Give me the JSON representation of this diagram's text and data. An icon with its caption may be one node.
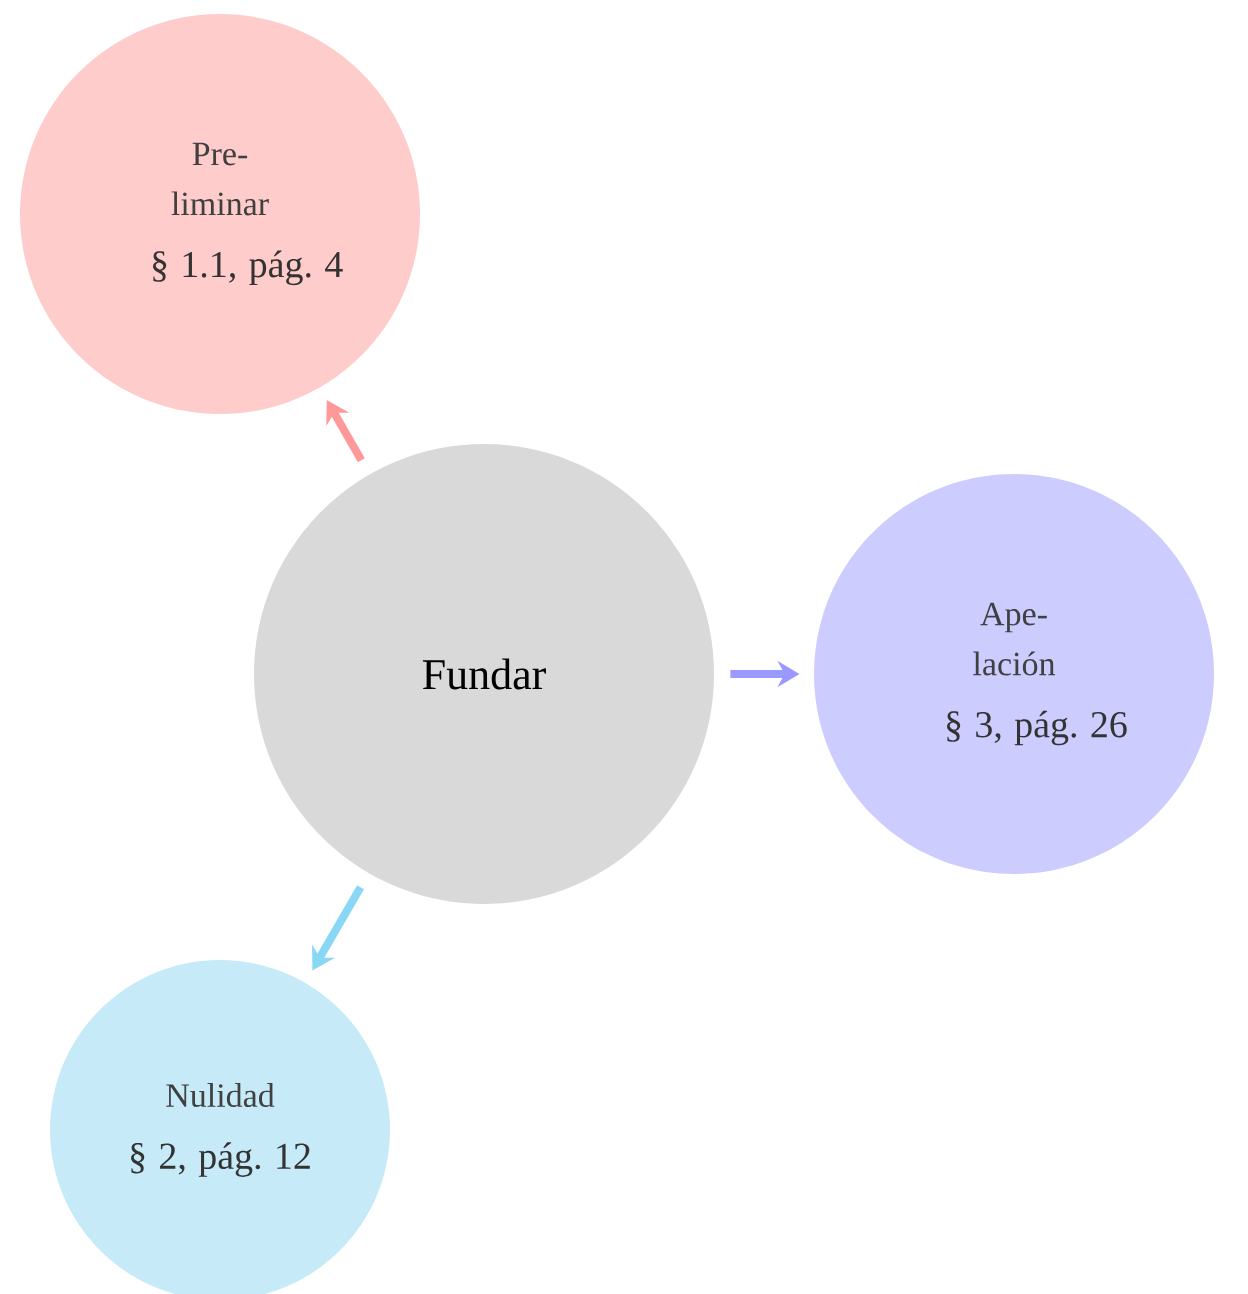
{
  "diagram": {
    "nodes": [
      {
        "text": [
          "Fundar"
        ]
      },
      {
        "text": [
          "Pre- liminar",
          "§ 1.1, pág. 4"
        ]
      },
      {
        "text": [
          "Ape- lación",
          "§ 3, pág. 26"
        ]
      },
      {
        "text": [
          "Nulidad",
          "§ 2, pág. 12"
        ]
      }
    ],
    "edges": [
      {
        "from": 0,
        "to": 1,
        "arrow": "to",
        "color": "#ff9999"
      },
      {
        "from": 0,
        "to": 2,
        "arrow": "to",
        "color": "#9999ff"
      },
      {
        "from": 0,
        "to": 3,
        "arrow": "to",
        "color": "#88d8f5"
      }
    ]
  }
}
